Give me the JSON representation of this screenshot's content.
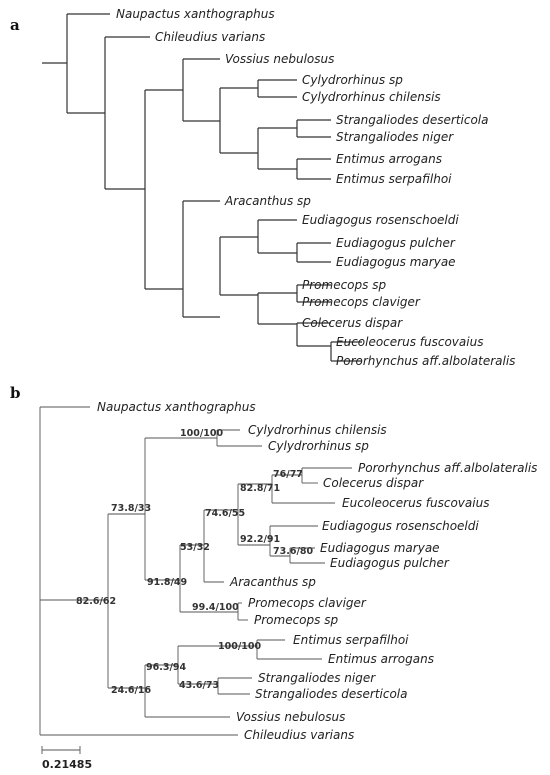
{
  "panels": {
    "a": "a",
    "b": "b"
  },
  "tree_a": {
    "taxa": [
      "Naupactus xanthographus",
      "Chileudius varians",
      "Vossius nebulosus",
      "Cylydrorhinus sp",
      "Cylydrorhinus chilensis",
      "Strangaliodes deserticola",
      "Strangaliodes niger",
      "Entimus arrogans",
      "Entimus serpafilhoi",
      "Aracanthus sp",
      "Eudiagogus rosenschoeldi",
      "Eudiagogus pulcher",
      "Eudiagogus maryae",
      "Promecops sp",
      "Promecops claviger",
      "Colecerus dispar",
      "Eucoleocerus fuscovaius",
      "Pororhynchus aff.albolateralis"
    ]
  },
  "tree_b": {
    "taxa": [
      "Naupactus xanthographus",
      "Cylydrorhinus chilensis",
      "Cylydrorhinus sp",
      "Pororhynchus aff.albolateralis",
      "Colecerus dispar",
      "Eucoleocerus fuscovaius",
      "Eudiagogus rosenschoeldi",
      "Eudiagogus maryae",
      "Eudiagogus pulcher",
      "Aracanthus sp",
      "Promecops claviger",
      "Promecops sp",
      "Entimus serpafilhoi",
      "Entimus arrogans",
      "Strangaliodes niger",
      "Strangaliodes deserticola",
      "Vossius nebulosus",
      "Chileudius varians"
    ],
    "support": [
      "100/100",
      "76/77",
      "82.8/71",
      "74.6/55",
      "92.2/91",
      "73.6/80",
      "53/32",
      "73.8/33",
      "91.8/49",
      "99.4/100",
      "82.6/62",
      "100/100",
      "96.3/94",
      "43.6/73",
      "24.6/16"
    ],
    "scale_bar": "0.21485"
  }
}
